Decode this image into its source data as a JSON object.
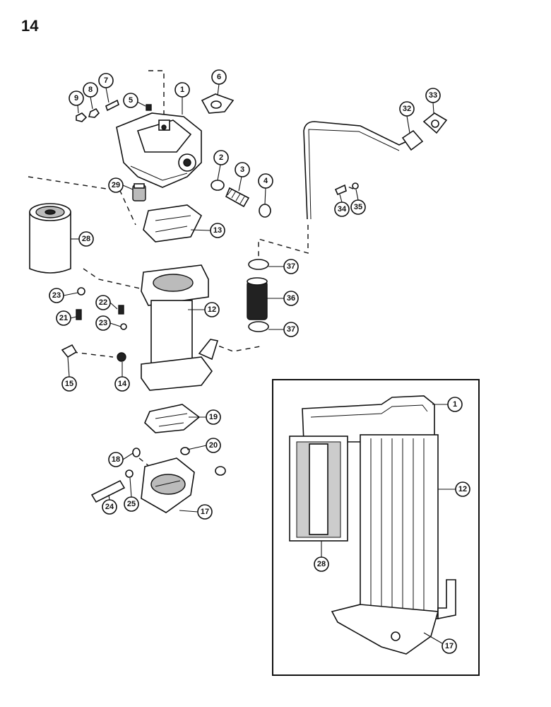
{
  "page": {
    "number": "14"
  },
  "callouts": [
    {
      "id": "c1",
      "label": "1"
    },
    {
      "id": "c2",
      "label": "2"
    },
    {
      "id": "c3",
      "label": "3"
    },
    {
      "id": "c4",
      "label": "4"
    },
    {
      "id": "c5",
      "label": "5"
    },
    {
      "id": "c6",
      "label": "6"
    },
    {
      "id": "c7",
      "label": "7"
    },
    {
      "id": "c8",
      "label": "8"
    },
    {
      "id": "c9",
      "label": "9"
    },
    {
      "id": "c12",
      "label": "12"
    },
    {
      "id": "c13",
      "label": "13"
    },
    {
      "id": "c14",
      "label": "14"
    },
    {
      "id": "c15",
      "label": "15"
    },
    {
      "id": "c17",
      "label": "17"
    },
    {
      "id": "c18",
      "label": "18"
    },
    {
      "id": "c19",
      "label": "19"
    },
    {
      "id": "c20",
      "label": "20"
    },
    {
      "id": "c21",
      "label": "21"
    },
    {
      "id": "c22",
      "label": "22"
    },
    {
      "id": "c23a",
      "label": "23"
    },
    {
      "id": "c23b",
      "label": "23"
    },
    {
      "id": "c24",
      "label": "24"
    },
    {
      "id": "c25",
      "label": "25"
    },
    {
      "id": "c28",
      "label": "28"
    },
    {
      "id": "c29",
      "label": "29"
    },
    {
      "id": "c32",
      "label": "32"
    },
    {
      "id": "c33",
      "label": "33"
    },
    {
      "id": "c34",
      "label": "34"
    },
    {
      "id": "c35",
      "label": "35"
    },
    {
      "id": "c36",
      "label": "36"
    },
    {
      "id": "c37a",
      "label": "37"
    },
    {
      "id": "c37b",
      "label": "37"
    },
    {
      "id": "i1",
      "label": "1"
    },
    {
      "id": "i12",
      "label": "12"
    },
    {
      "id": "i17",
      "label": "17"
    },
    {
      "id": "i28",
      "label": "28"
    }
  ]
}
